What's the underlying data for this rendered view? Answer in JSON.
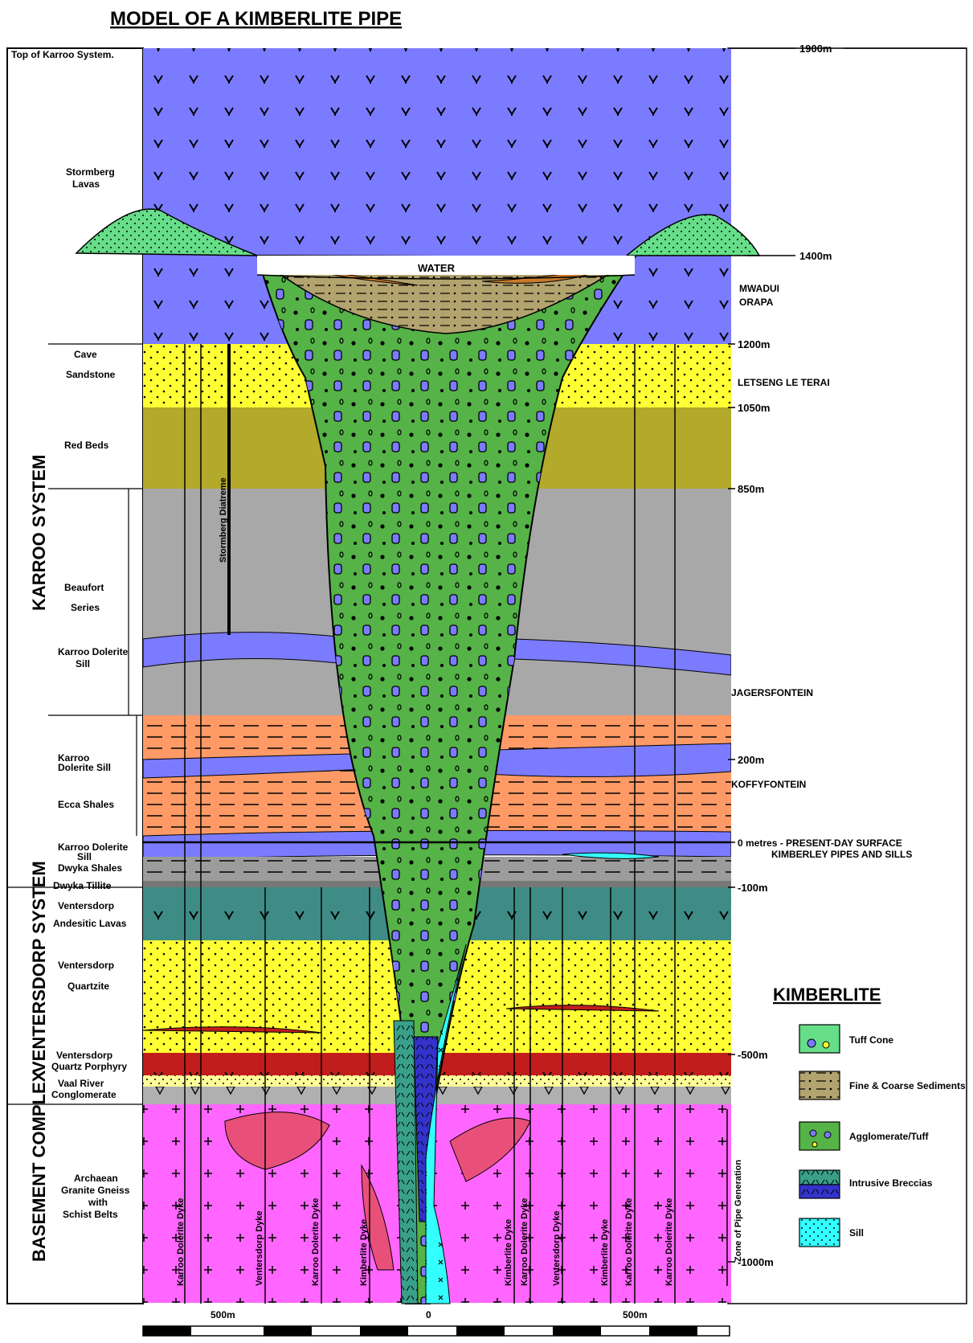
{
  "title": "MODEL OF A KIMBERLITE PIPE",
  "colors": {
    "lava": "#7b7bff",
    "sandstone": "#ffff33",
    "red_beds": "#b3a92b",
    "beaufort": "#a8a8a8",
    "ecca": "#ff9a66",
    "dwyka": "#9c9c9c",
    "andesitic": "#3f8c86",
    "quartz_porphyry": "#c21d1d",
    "conglomerate": "#ffff99",
    "basement": "#ff66ff",
    "agglomerate": "#55b347",
    "sediments": "#b3a36e",
    "sediment_rust": "#c87a2c",
    "tuff_cone": "#66dd88",
    "breccia_teal": "#3aa08a",
    "breccia_blue": "#3333cc",
    "sill": "#33ffff"
  },
  "systems": {
    "karroo": "KARROO SYSTEM",
    "ventersdorp": "VENTERSDORP SYSTEM",
    "basement": "BASEMENT COMPLEX"
  },
  "units": {
    "top_karroo": "Top of Karroo System.",
    "stormberg_lavas": [
      "Stormberg",
      "Lavas"
    ],
    "cave_sandstone": [
      "Cave",
      "Sandstone"
    ],
    "red_beds": "Red Beds",
    "beaufort": [
      "Beaufort",
      "Series"
    ],
    "karroo_dolerite_sill_1": [
      "Karroo Dolerite",
      "Sill"
    ],
    "karroo_dolerite_sill_2": [
      "Karroo",
      "Dolerite Sill"
    ],
    "ecca_shales": "Ecca Shales",
    "karroo_dolerite_sill_3": [
      "Karroo Dolerite",
      "Sill"
    ],
    "dwyka_shales": "Dwyka Shales",
    "dwyka_tillite": "Dwyka Tillite",
    "ventersdorp_lavas": [
      "Ventersdorp",
      "Andesitic Lavas"
    ],
    "ventersdorp_quartzite": [
      "Ventersdorp",
      "Quartzite"
    ],
    "ventersdorp_porphyry": [
      "Ventersdorp",
      "Quartz Porphyry"
    ],
    "vaal_river": [
      "Vaal River",
      "Conglomerate"
    ],
    "granite_gneiss": [
      "Archaean",
      "Granite Gneiss",
      "with",
      "Schist Belts"
    ]
  },
  "depths": {
    "d1900": "1900m",
    "d1400": "1400m",
    "d1200": "1200m",
    "d1050": "1050m",
    "d850": "850m",
    "d200": "200m",
    "d0": "0 metres - PRESENT-DAY SURFACE",
    "d0_sub": "KIMBERLEY PIPES AND SILLS",
    "dm100": "-100m",
    "dm500": "-500m",
    "dm1000": "-1000m"
  },
  "localities": {
    "mwadui": "MWADUI",
    "orapa": "ORAPA",
    "letseng": "LETSENG LE TERAI",
    "jagersfontein": "JAGERSFONTEIN",
    "koffyfontein": "KOFFYFONTEIN"
  },
  "pipe": {
    "water": "WATER",
    "stormberg_diatreme": "Stormberg Diatreme"
  },
  "dykes": [
    "Karroo Dolerite Dyke",
    "Ventersdorp Dyke",
    "Karroo Dolerite Dyke",
    "Kimberlite Dyke",
    "Kimberlite Dyke",
    "Karroo Dolerite Dyke",
    "Ventersdorp Dyke",
    "Kimberlite Dyke",
    "Karroo Dolerite Dyke",
    "Karroo Dolerite Dyke"
  ],
  "zone_label": "Zone of Pipe Generation",
  "legend": {
    "title": "KIMBERLITE",
    "items": [
      {
        "label": "Tuff Cone"
      },
      {
        "label": "Fine & Coarse Sediments"
      },
      {
        "label": "Agglomerate/Tuff"
      },
      {
        "label": "Intrusive Breccias"
      },
      {
        "label": "Sill"
      }
    ]
  },
  "scale": {
    "left": "500m",
    "center": "0",
    "right": "500m"
  }
}
